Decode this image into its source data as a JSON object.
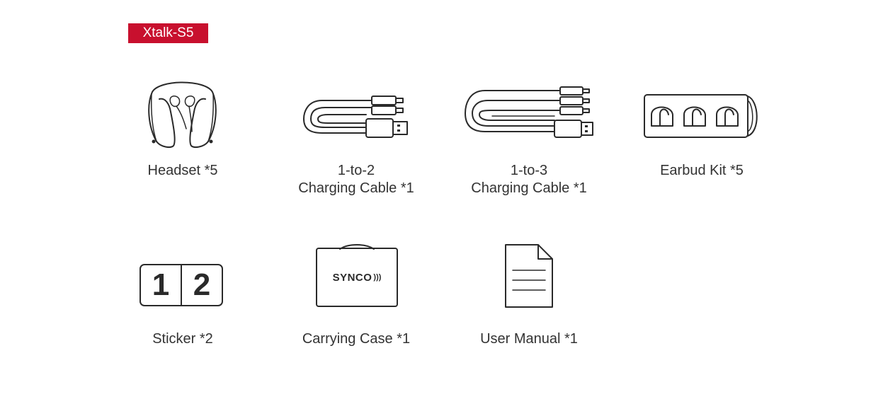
{
  "badge": {
    "text": "Xtalk-S5",
    "color": "#c8102e"
  },
  "items": [
    {
      "icon": "headset-icon",
      "lines": [
        "Headset *5"
      ]
    },
    {
      "icon": "charging-cable-1to2-icon",
      "lines": [
        "1-to-2",
        "Charging Cable *1"
      ]
    },
    {
      "icon": "charging-cable-1to3-icon",
      "lines": [
        "1-to-3",
        "Charging Cable *1"
      ]
    },
    {
      "icon": "earbud-kit-icon",
      "lines": [
        "Earbud Kit *5"
      ]
    },
    {
      "icon": "sticker-icon",
      "lines": [
        "Sticker *2"
      ],
      "sticker_digits": [
        "1",
        "2"
      ]
    },
    {
      "icon": "carrying-case-icon",
      "lines": [
        "Carrying Case *1"
      ],
      "brand": "SYNCO"
    },
    {
      "icon": "user-manual-icon",
      "lines": [
        "User Manual *1"
      ]
    }
  ]
}
